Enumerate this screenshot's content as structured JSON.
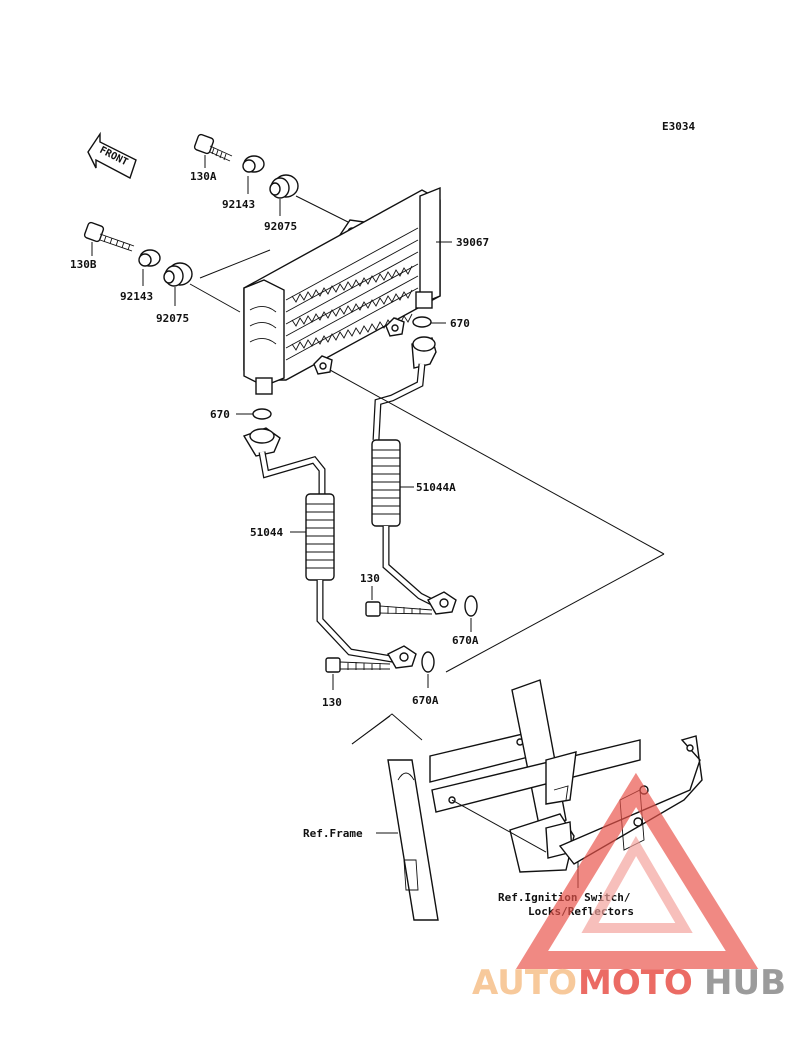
{
  "diagram_code": "E3034",
  "front_arrow_text": "FRONT",
  "labels": {
    "l130A": "130A",
    "l92143_top": "92143",
    "l92075_top": "92075",
    "l39067": "39067",
    "l130B": "130B",
    "l92143_mid": "92143",
    "l92075_mid": "92075",
    "l670_right": "670",
    "l670_left": "670",
    "l51044A": "51044A",
    "l51044": "51044",
    "l130_upper": "130",
    "l670A_upper": "670A",
    "l130_lower": "130",
    "l670A_lower": "670A"
  },
  "refs": {
    "frame": "Ref.Frame",
    "ignition_line1": "Ref.Ignition Switch/",
    "ignition_line2": "Locks/Reflectors"
  },
  "watermark": {
    "part1": "AUTO",
    "part2": "MOTO",
    "part3": "HUB",
    "color_light": "#f6c08a",
    "color_red": "#e8524a",
    "color_gray": "#8a8a8a"
  }
}
